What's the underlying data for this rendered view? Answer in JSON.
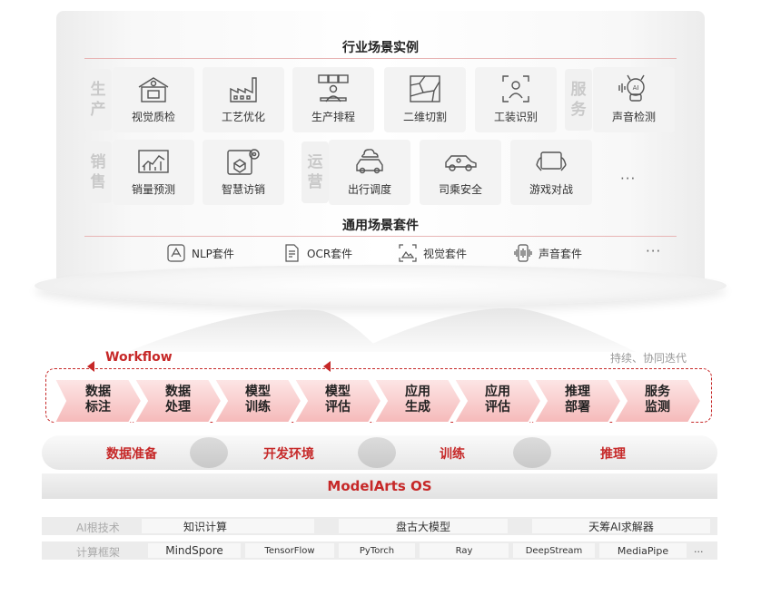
{
  "industry": {
    "title": "行业场景实例",
    "categories": {
      "production": [
        "生",
        "产"
      ],
      "service": [
        "服",
        "务"
      ],
      "sales": [
        "销",
        "售"
      ],
      "operation": [
        "运",
        "营"
      ]
    },
    "row1": [
      "视觉质检",
      "工艺优化",
      "生产排程",
      "二维切割",
      "工装识别",
      "声音检测"
    ],
    "row2": [
      "销量预测",
      "智慧访销",
      "出行调度",
      "司乘安全",
      "游戏对战"
    ],
    "more": "···"
  },
  "general": {
    "title": "通用场景套件",
    "suites": [
      "NLP套件",
      "OCR套件",
      "视觉套件",
      "声音套件"
    ],
    "more": "···"
  },
  "workflow": {
    "title": "Workflow",
    "note": "持续、协同迭代",
    "steps": [
      [
        "数据",
        "标注"
      ],
      [
        "数据",
        "处理"
      ],
      [
        "模型",
        "训练"
      ],
      [
        "模型",
        "评估"
      ],
      [
        "应用",
        "生成"
      ],
      [
        "应用",
        "评估"
      ],
      [
        "推理",
        "部署"
      ],
      [
        "服务",
        "监测"
      ]
    ]
  },
  "phases": [
    "数据准备",
    "开发环境",
    "训练",
    "推理"
  ],
  "os": "ModelArts OS",
  "ai_root": {
    "label": "AI根技术",
    "items": [
      "知识计算",
      "盘古大模型",
      "天筹AI求解器"
    ]
  },
  "frameworks": {
    "label": "计算框架",
    "items": [
      "MindSpore",
      "TensorFlow",
      "PyTorch",
      "Ray",
      "DeepStream",
      "MediaPipe"
    ],
    "more": "..."
  },
  "colors": {
    "accent": "#c62828",
    "panel": "#f3f3f3"
  }
}
